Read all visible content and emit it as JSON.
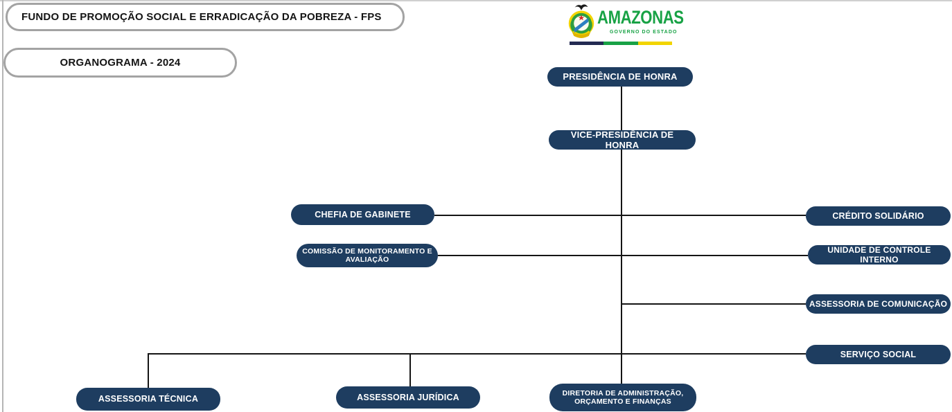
{
  "header": {
    "title": "FUNDO DE PROMOÇÃO SOCIAL E ERRADICAÇÃO DA POBREZA - FPS",
    "subtitle": "ORGANOGRAMA - 2024"
  },
  "logo": {
    "brand": "AMAZONAS",
    "tagline": "GOVERNO DO ESTADO",
    "brand_color": "#18a245",
    "bar_colors": [
      "#232a52",
      "#18a245",
      "#f2d400"
    ]
  },
  "org": {
    "node_color": "#1e3d60",
    "text_color": "#ffffff",
    "line_color": "#141414",
    "nodes": {
      "presidencia": {
        "label": "PRESIDÊNCIA DE HONRA"
      },
      "vice": {
        "label": "VICE-PRESIDÊNCIA DE HONRA"
      },
      "chefia": {
        "label": "CHEFIA DE GABINETE"
      },
      "comissao": {
        "label": "COMISSÃO DE MONITORAMENTO E AVALIAÇÃO"
      },
      "credito": {
        "label": "CRÉDITO SOLIDÁRIO"
      },
      "unidade": {
        "label": "UNIDADE DE CONTROLE INTERNO"
      },
      "asscom": {
        "label": "ASSESSORIA DE COMUNICAÇÃO"
      },
      "servico": {
        "label": "SERVIÇO SOCIAL"
      },
      "asstec": {
        "label": "ASSESSORIA TÉCNICA"
      },
      "assjur": {
        "label": "ASSESSORIA JURÍDICA"
      },
      "diretoria": {
        "label": "DIRETORIA DE ADMINISTRAÇÃO, ORÇAMENTO E FINANÇAS"
      }
    }
  }
}
